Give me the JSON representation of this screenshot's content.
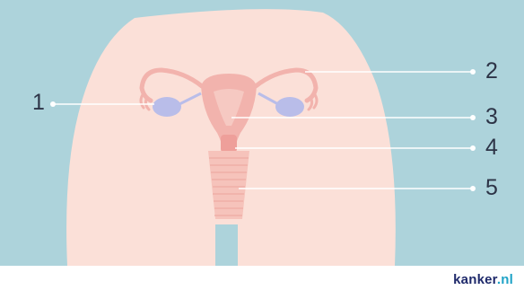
{
  "colors": {
    "background": "#add3db",
    "body": "#fbe0d8",
    "organ": "#f2b3ad",
    "ovary": "#b9bde9",
    "leader_line": "#ffffff",
    "label_text": "#2d3447",
    "logo_primary": "#1f2a6b",
    "logo_accent": "#1fa3c7"
  },
  "callouts": [
    {
      "number": "1"
    },
    {
      "number": "2"
    },
    {
      "number": "3"
    },
    {
      "number": "4"
    },
    {
      "number": "5"
    }
  ],
  "footer": {
    "logo": {
      "name": "kanker",
      "tld": ".nl"
    }
  }
}
